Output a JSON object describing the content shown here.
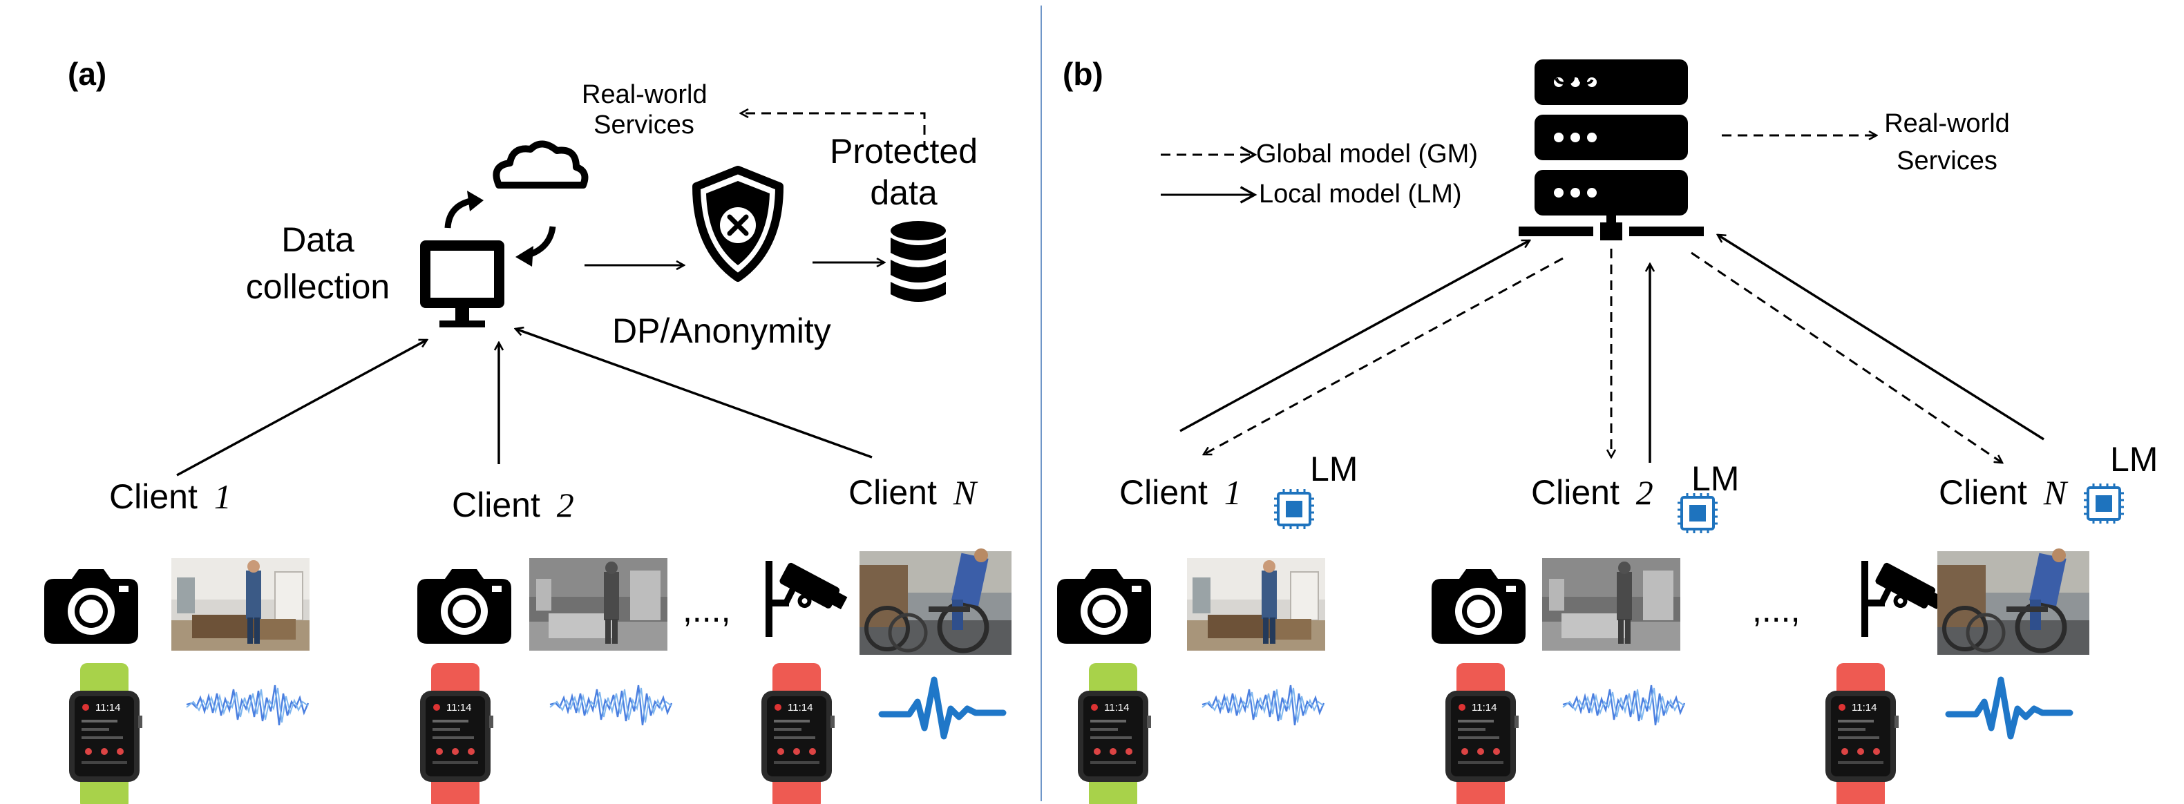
{
  "panel_a": {
    "label": "(a)",
    "real_world_services": [
      "Real-world",
      "Services"
    ],
    "protected_data": [
      "Protected",
      "data"
    ],
    "data_collection": [
      "Data",
      "collection"
    ],
    "dp_anonymity": "DP/Anonymity",
    "client_1": {
      "text": "Client",
      "index": "1"
    },
    "client_2": {
      "text": "Client",
      "index": "2"
    },
    "client_n": {
      "text": "Client",
      "index": "N"
    },
    "ellipsis": ",...,"
  },
  "panel_b": {
    "label": "(b)",
    "server": "Server",
    "legend_gm": "Global model (GM)",
    "legend_lm": "Local model (LM)",
    "real_world_services": [
      "Real-world",
      "Services"
    ],
    "client_1": {
      "text": "Client",
      "index": "1",
      "lm": "LM"
    },
    "client_2": {
      "text": "Client",
      "index": "2",
      "lm": "LM"
    },
    "client_n": {
      "text": "Client",
      "index": "N",
      "lm": "LM"
    },
    "ellipsis": ",...,"
  },
  "icons": {
    "camera": "camera-icon",
    "cctv": "cctv-camera-icon",
    "watch_green": "smartwatch-green-icon",
    "watch_red": "smartwatch-red-icon",
    "signal": "signal-waveform-icon",
    "ecg": "ecg-pulse-icon",
    "computer": "computer-sync-icon",
    "shield": "shield-icon",
    "database": "database-icon",
    "server": "server-icon",
    "chip": "chip-icon"
  },
  "colors": {
    "divider": "#6f96c8",
    "chip": "#1e73be",
    "ecg": "#1f77c8",
    "watch_green": "#a8d24a",
    "watch_red": "#ee5a52"
  }
}
